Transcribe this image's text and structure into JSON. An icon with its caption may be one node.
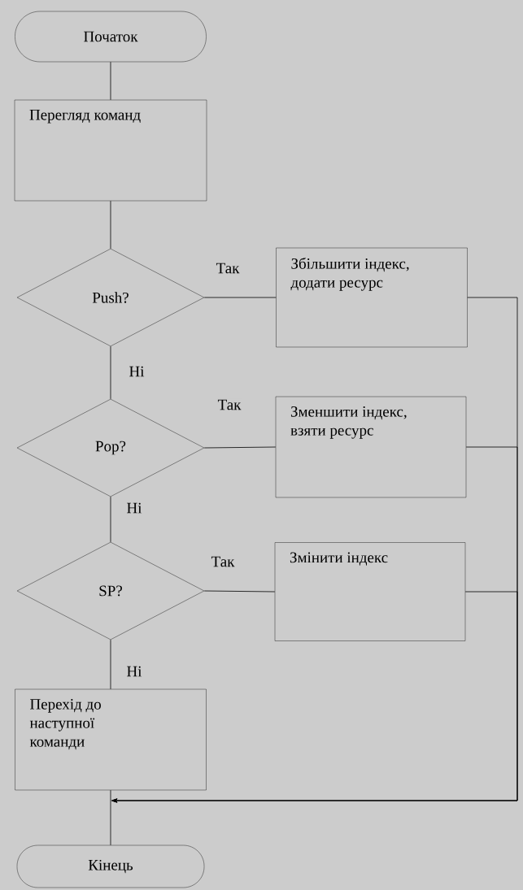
{
  "diagram": {
    "nodes": [
      {
        "text": [
          "Початок"
        ]
      },
      {
        "text": [
          "Перегляд команд"
        ]
      },
      {
        "text": [
          "Push?"
        ]
      },
      {
        "text": [
          "Збільшити індекс, додати ресурс"
        ]
      },
      {
        "text": [
          "Pop?"
        ]
      },
      {
        "text": [
          "Зменшити індекс, взяти ресурс"
        ]
      },
      {
        "text": [
          "SP?"
        ]
      },
      {
        "text": [
          "Змінити індекс"
        ]
      },
      {
        "text": [
          "Перехід до наступної команди"
        ]
      },
      {
        "text": [
          "Кінець"
        ]
      }
    ],
    "edges": [
      {
        "from": 0,
        "to": 1,
        "arrow": "none"
      },
      {
        "from": 1,
        "to": 2,
        "arrow": "none"
      },
      {
        "from": 2,
        "to": 3,
        "arrow": "none",
        "label": "Так"
      },
      {
        "from": 2,
        "to": 4,
        "arrow": "none",
        "label": "Ні"
      },
      {
        "from": 4,
        "to": 5,
        "arrow": "none",
        "label": "Так"
      },
      {
        "from": 4,
        "to": 6,
        "arrow": "none",
        "label": "Ні"
      },
      {
        "from": 6,
        "to": 7,
        "arrow": "none",
        "label": "Так"
      },
      {
        "from": 6,
        "to": 8,
        "arrow": "none",
        "label": "Ні"
      },
      {
        "from": 8,
        "to": 9,
        "arrow": "none"
      },
      {
        "from": 3,
        "to": 8,
        "arrow": "to"
      },
      {
        "from": 5,
        "to": 8,
        "arrow": "to"
      },
      {
        "from": 7,
        "to": 8,
        "arrow": "to"
      }
    ]
  }
}
